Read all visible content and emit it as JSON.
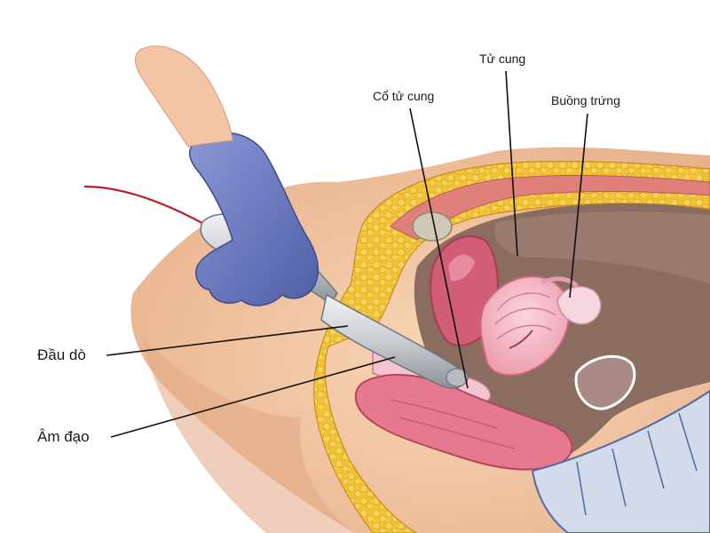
{
  "labels": {
    "probe": "Đầu dò",
    "vagina": "Âm đạo",
    "cervix": "Cổ tử cung",
    "uterus": "Tử cung",
    "ovary": "Buồng trứng"
  },
  "colors": {
    "skin": "#f2c7a2",
    "skin_shadow": "#dea27c",
    "fat": "#f2c332",
    "glove": "#6f7fc4",
    "probe": "#c9ccd1",
    "cable": "#b8202a",
    "organ_pink": "#e87f95",
    "uterus_light": "#f3b2c1",
    "cavity": "#8f6f60",
    "line": "#111111"
  }
}
